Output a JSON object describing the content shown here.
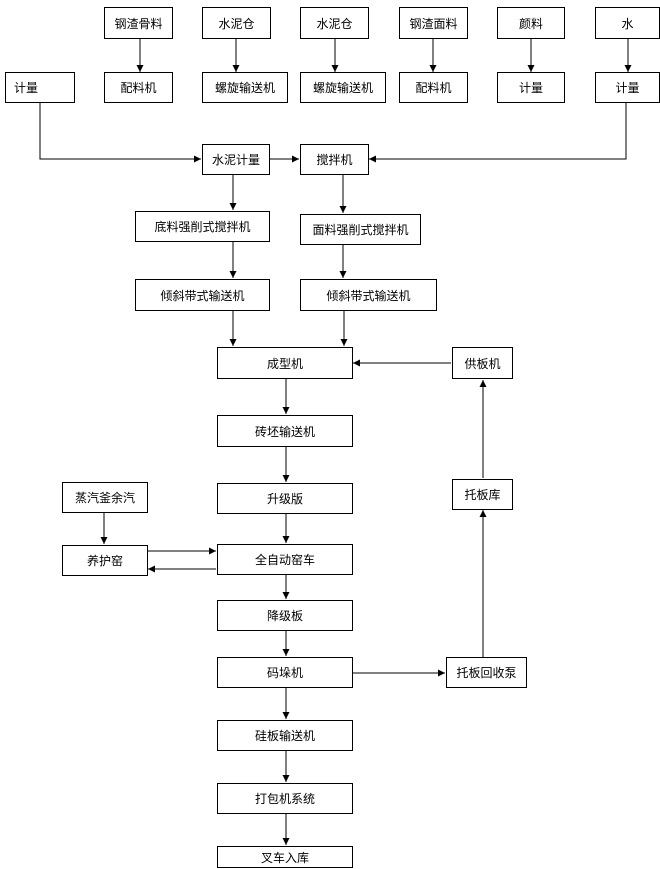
{
  "nodes": {
    "steel_aggregate": "钢渣骨料",
    "cement_silo_1": "水泥仓",
    "cement_silo_2": "水泥仓",
    "steel_fine": "钢渣面料",
    "pigment": "颜料",
    "water": "水",
    "metering_left": "计量",
    "batcher_1": "配料机",
    "screw_conveyor_1": "螺旋输送机",
    "screw_conveyor_2": "螺旋输送机",
    "batcher_2": "配料机",
    "metering_pigment": "计量",
    "metering_water": "计量",
    "cement_metering": "水泥计量",
    "mixer": "搅拌机",
    "base_mixer": "底料强削式搅拌机",
    "face_mixer": "面料强削式搅拌机",
    "incline_conveyor_1": "倾斜带式输送机",
    "incline_conveyor_2": "倾斜带式输送机",
    "forming_machine": "成型机",
    "board_feeder": "供板机",
    "brick_conveyor": "砖坯输送机",
    "lift_plate": "升级版",
    "pallet_store": "托板库",
    "steam_waste": "蒸汽釜余汽",
    "curing_kiln": "养护窑",
    "auto_kiln_car": "全自动窑车",
    "lower_plate": "降级板",
    "stacker": "码垛机",
    "pallet_return_pump": "托板回收泵",
    "silicon_conveyor": "硅板输送机",
    "packing_system": "打包机系统",
    "forklift_storage": "叉车入库"
  }
}
